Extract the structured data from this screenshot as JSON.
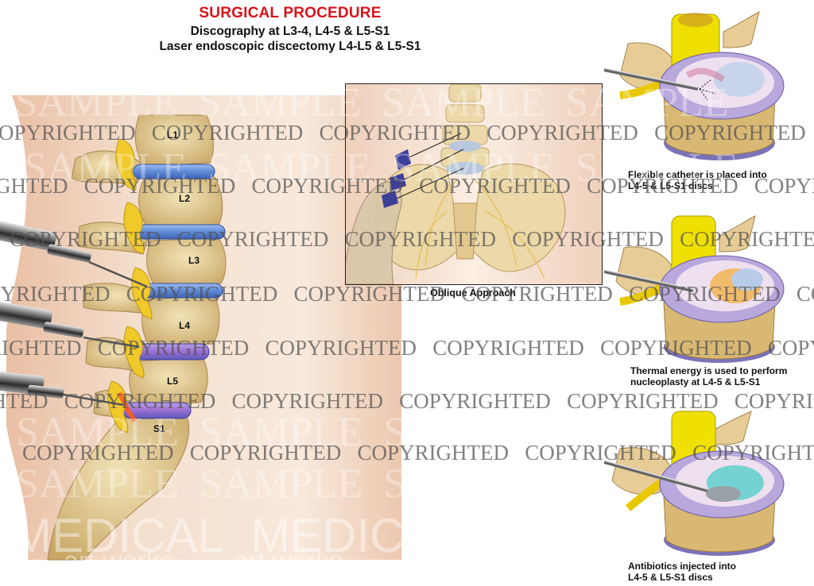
{
  "header": {
    "title": "SURGICAL PROCEDURE",
    "subtitle_1": "Discography at L3-4, L4-5 & L5-S1",
    "subtitle_2": "Laser endoscopic discectomy L4-L5 & L5-S1"
  },
  "lateral_view": {
    "vertebra_labels": [
      "L1",
      "L2",
      "L3",
      "L4",
      "L5",
      "S1"
    ],
    "needle_count": 3
  },
  "inset": {
    "caption": "Oblique Approach"
  },
  "steps": [
    {
      "caption_line1": "Flexible catheter is placed  into",
      "caption_line2": "L4-5 & L5-S1 discs"
    },
    {
      "caption_line1": "Thermal energy is used to perform",
      "caption_line2": "nucleoplasty at L4-5 & L5-S1"
    },
    {
      "caption_line1": "Antibiotics injected into",
      "caption_line2": "L4-5 & L5-S1 discs"
    }
  ],
  "watermarks": {
    "copyright_text": "COPYRIGHTED",
    "sample_text": "SAMPLE",
    "brand_line1": "MEDICAL",
    "brand_line2": "art works"
  },
  "colors": {
    "title_red": "#d8151b",
    "disc_blue": "#6f9be0",
    "disc_purple": "#9a7fd0",
    "bone": "#e5cf9b",
    "nerve_yellow": "#f1d200",
    "skin": "#f1d6c0"
  }
}
